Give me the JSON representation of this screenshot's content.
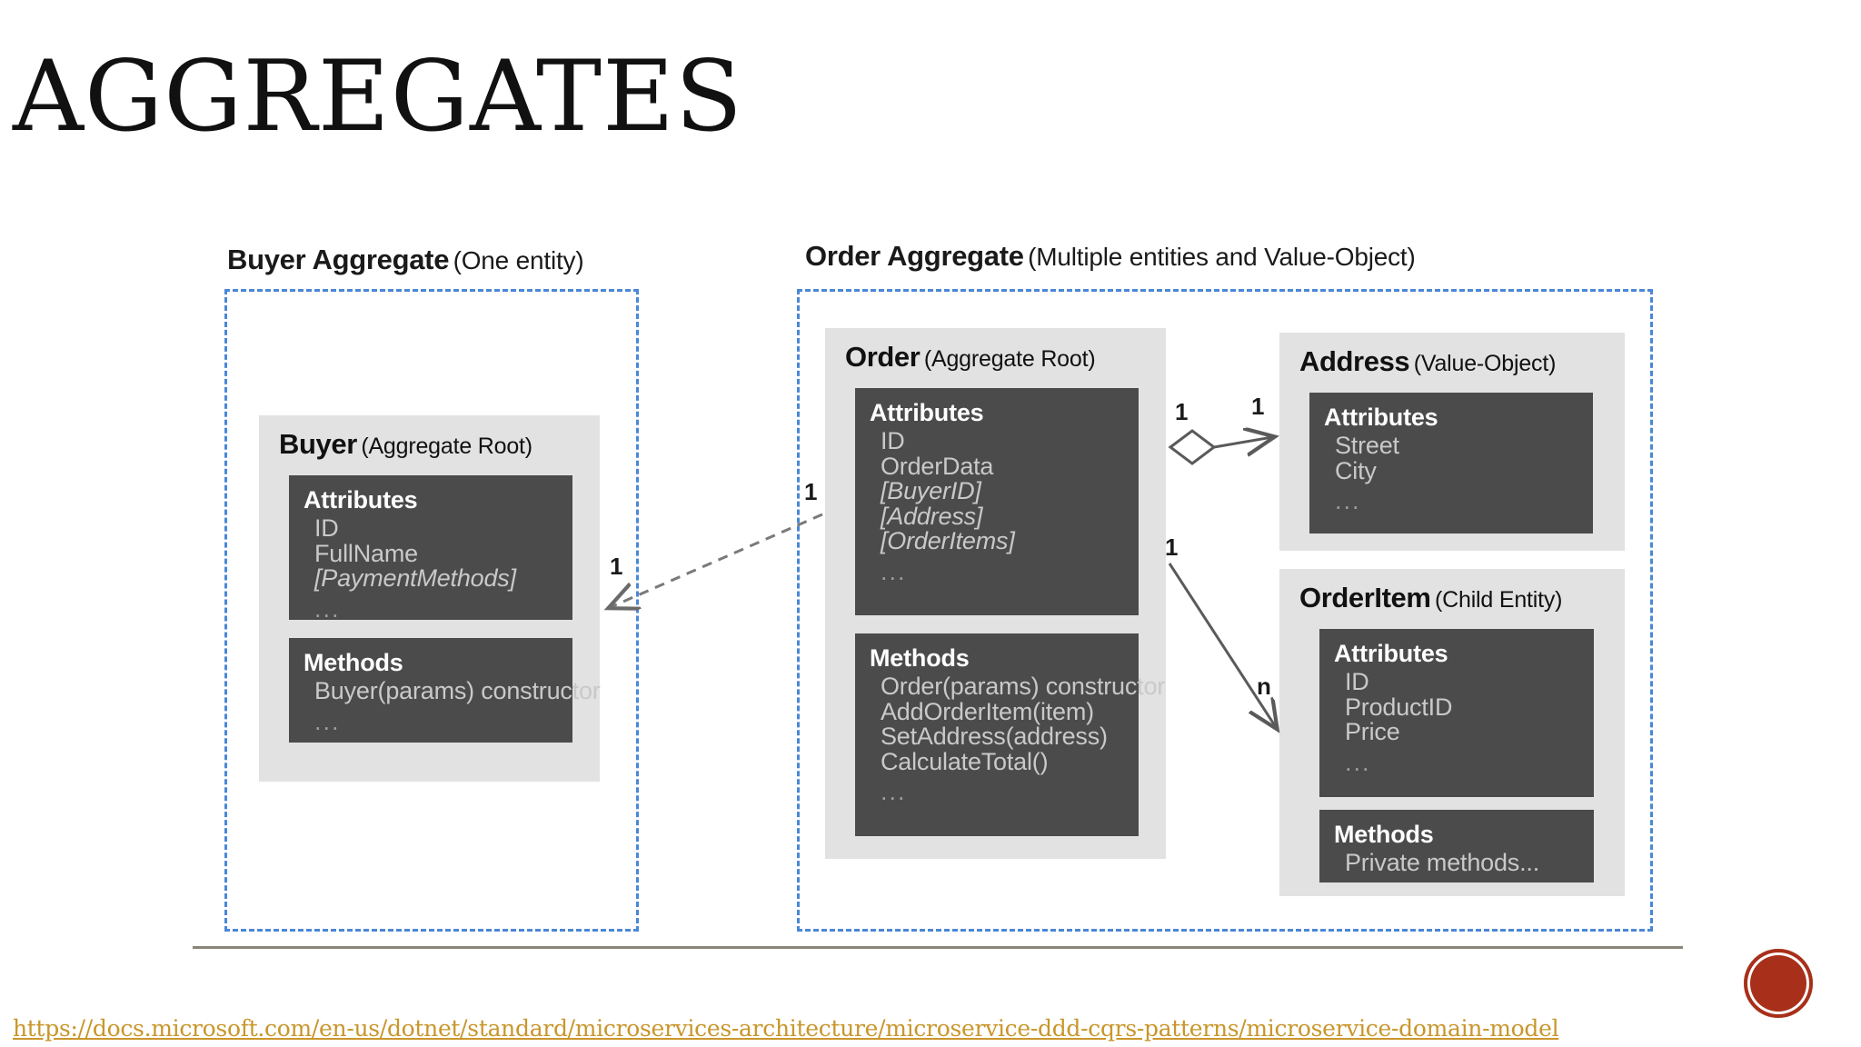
{
  "slide": {
    "title": "AGGREGATES",
    "background_color": "#ffffff",
    "accent_dashed_color": "#4a87d8",
    "panel_color": "#4b4b4b",
    "card_color": "#e2e2e2",
    "link_color": "#c9962b",
    "logo_color": "#a8301a"
  },
  "diagram": {
    "aggregates": [
      {
        "name": "Buyer Aggregate",
        "subtitle": "(One entity)"
      },
      {
        "name": "Order Aggregate",
        "subtitle": "(Multiple entities and Value-Object)"
      }
    ],
    "entities": {
      "buyer": {
        "name": "Buyer",
        "subtitle": "(Aggregate Root)",
        "attributes_head": "Attributes",
        "attributes": [
          "ID",
          "FullName",
          "[PaymentMethods]"
        ],
        "attributes_more": "...",
        "methods_head": "Methods",
        "methods": [
          "Buyer(params) constructor"
        ],
        "methods_more": "..."
      },
      "order": {
        "name": "Order",
        "subtitle": "(Aggregate Root)",
        "attributes_head": "Attributes",
        "attributes": [
          "ID",
          "OrderData",
          "[BuyerID]",
          "[Address]",
          "[OrderItems]"
        ],
        "attributes_more": "...",
        "methods_head": "Methods",
        "methods": [
          "Order(params) constructor",
          "AddOrderItem(item)",
          "SetAddress(address)",
          "CalculateTotal()"
        ],
        "methods_more": "..."
      },
      "address": {
        "name": "Address",
        "subtitle": "(Value-Object)",
        "attributes_head": "Attributes",
        "attributes": [
          "Street",
          "City"
        ],
        "attributes_more": "..."
      },
      "orderitem": {
        "name": "OrderItem",
        "subtitle": "(Child Entity)",
        "attributes_head": "Attributes",
        "attributes": [
          "ID",
          "ProductID",
          "Price"
        ],
        "attributes_more": "...",
        "methods_head": "Methods",
        "methods": [
          "Private methods..."
        ]
      }
    },
    "relations": [
      {
        "from": "Order",
        "to": "Buyer",
        "style": "dashed",
        "source_multiplicity": "1",
        "target_multiplicity": "1"
      },
      {
        "from": "Order",
        "to": "Address",
        "style": "aggregation",
        "source_multiplicity": "1",
        "target_multiplicity": "1"
      },
      {
        "from": "Order",
        "to": "OrderItem",
        "style": "solid",
        "source_multiplicity": "1",
        "target_multiplicity": "n"
      }
    ]
  },
  "footer": {
    "source_url": "https://docs.microsoft.com/en-us/dotnet/standard/microservices-architecture/microservice-ddd-cqrs-patterns/microservice-domain-model"
  }
}
